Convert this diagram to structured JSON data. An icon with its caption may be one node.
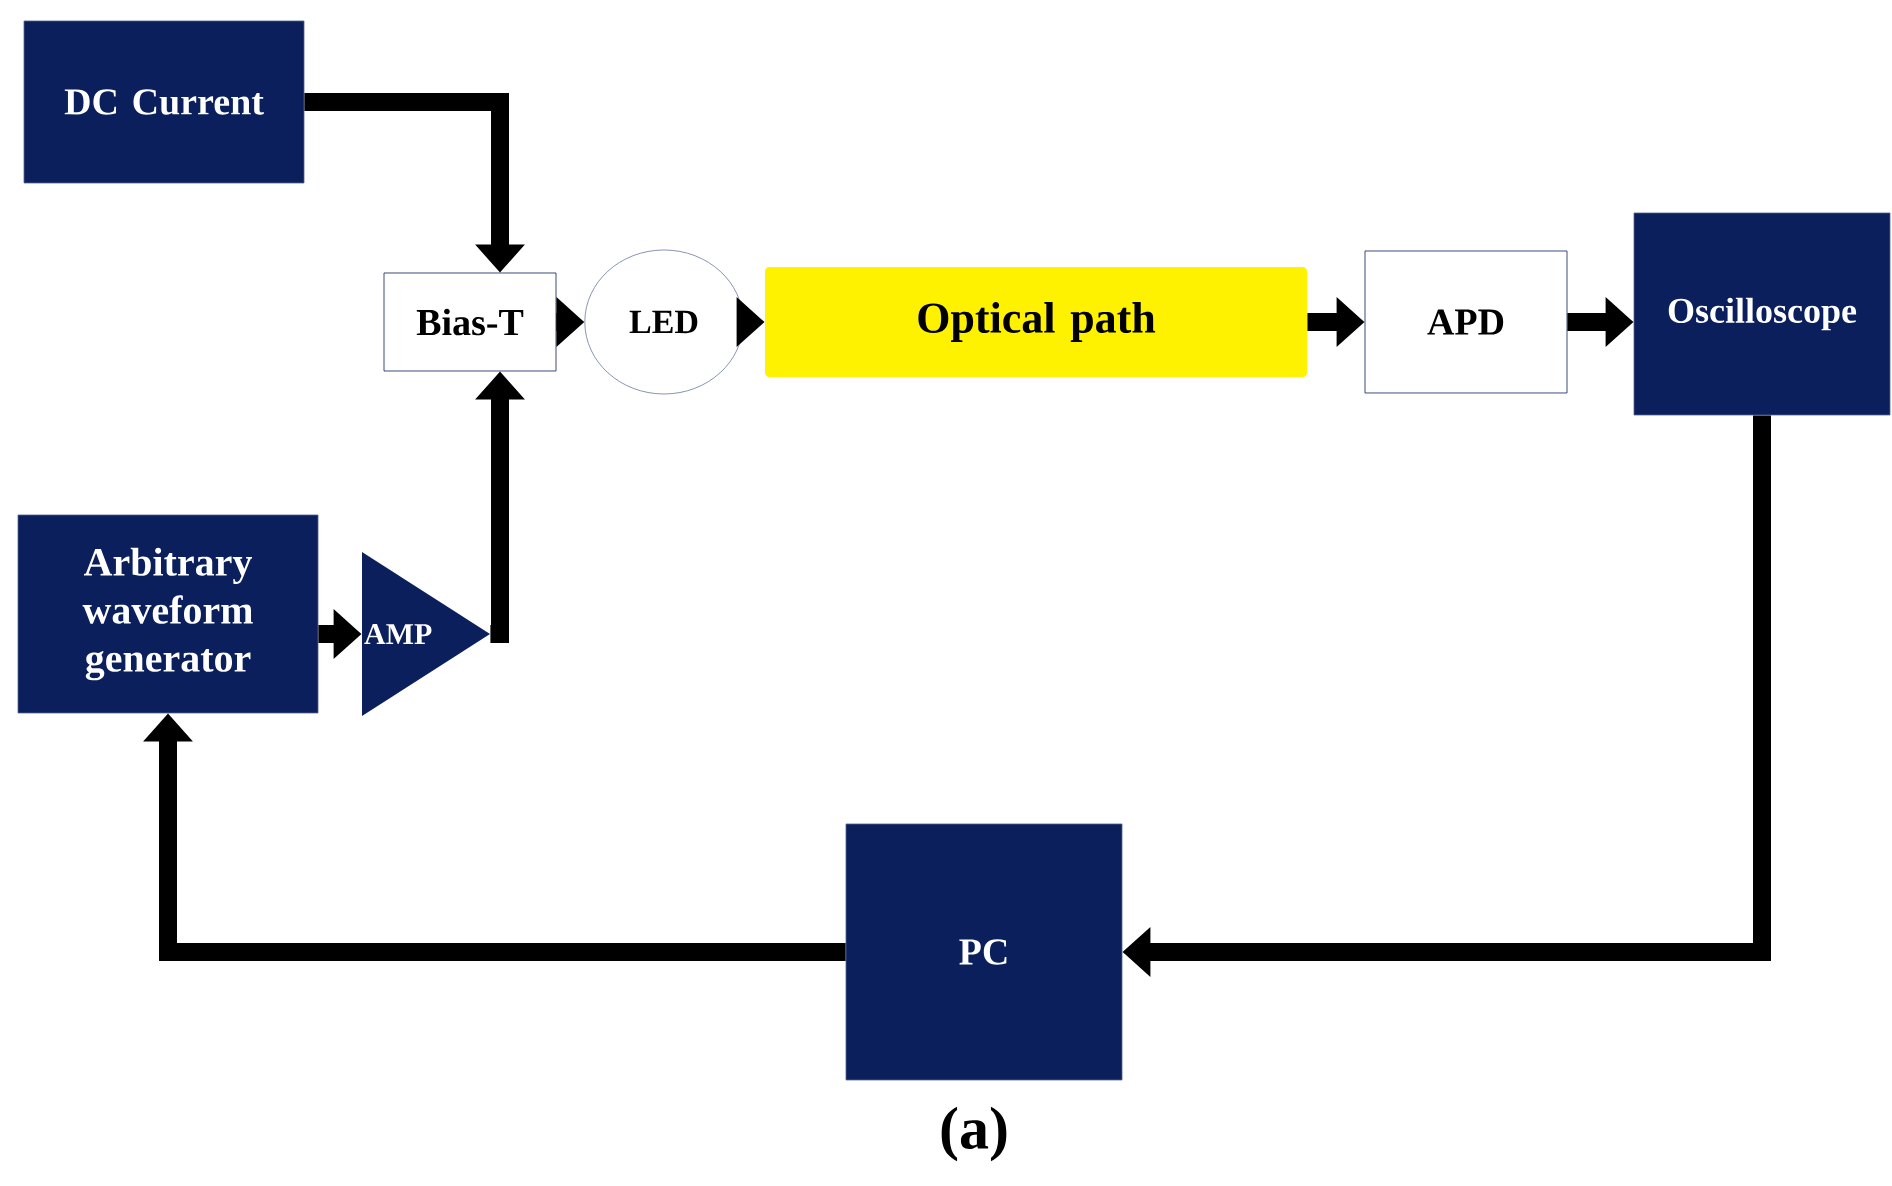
{
  "diagram": {
    "caption": "(a)",
    "nodes": [
      {
        "text": [
          "DC Current"
        ]
      },
      {
        "text": [
          "Bias-T"
        ]
      },
      {
        "text": [
          "LED"
        ]
      },
      {
        "text": [
          "Optical path"
        ]
      },
      {
        "text": [
          "APD"
        ]
      },
      {
        "text": [
          "Oscilloscope"
        ]
      },
      {
        "text": [
          "Arbitrary waveform generator"
        ]
      },
      {
        "text": [
          "AMP"
        ]
      },
      {
        "text": [
          "PC"
        ]
      }
    ],
    "edges": [
      {
        "from": 0,
        "to": 1,
        "arrow": "to"
      },
      {
        "from": 7,
        "to": 1,
        "arrow": "to"
      },
      {
        "from": 6,
        "to": 7,
        "arrow": "to"
      },
      {
        "from": 1,
        "to": 2,
        "arrow": "to"
      },
      {
        "from": 2,
        "to": 3,
        "arrow": "to"
      },
      {
        "from": 3,
        "to": 4,
        "arrow": "to"
      },
      {
        "from": 4,
        "to": 5,
        "arrow": "to"
      },
      {
        "from": 5,
        "to": 8,
        "arrow": "to"
      },
      {
        "from": 8,
        "to": 6,
        "arrow": "to"
      }
    ]
  }
}
